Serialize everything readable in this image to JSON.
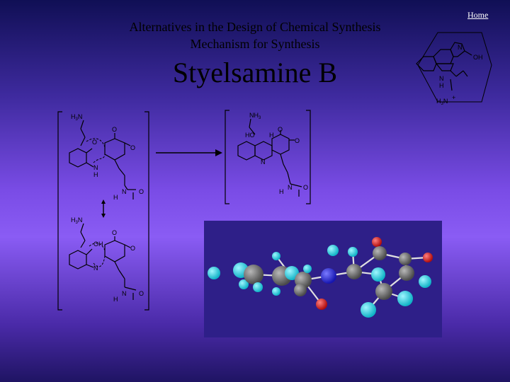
{
  "header": {
    "line1": "Alternatives in the Design of Chemical Synthesis",
    "line2": "Mechanism for Synthesis",
    "title": "Styelsamine B"
  },
  "nav": {
    "home_label": "Home"
  },
  "structures": {
    "top_right": {
      "n_ring": "N",
      "oh": "OH",
      "n_amine": "N",
      "h_amine": "H",
      "h3n": "H3N",
      "charge": "+"
    },
    "step1": {
      "h3n": "H3N",
      "o1": "O",
      "o2": "O",
      "o3": "O",
      "n1": "N",
      "h1": "H",
      "amide_n": "N",
      "amide_h": "H",
      "amide_o": "O"
    },
    "step2": {
      "nh3": "NH3",
      "ho": "HO",
      "h": "H",
      "o1": "O",
      "o2": "O",
      "n": "N",
      "amide_n": "N",
      "amide_h": "H",
      "amide_o": "O"
    },
    "step3": {
      "h3n": "H3N",
      "oh": "OH",
      "o1": "O",
      "o2": "O",
      "n": "N",
      "amide_n": "N",
      "amide_h": "H",
      "amide_o": "O"
    }
  },
  "model": {
    "background": "#2e1f88",
    "atom_colors": {
      "carbon": "#6e6e6e",
      "hydrogen": "#22d4e6",
      "nitrogen": "#2a2ae0",
      "oxygen": "#e02020"
    }
  }
}
